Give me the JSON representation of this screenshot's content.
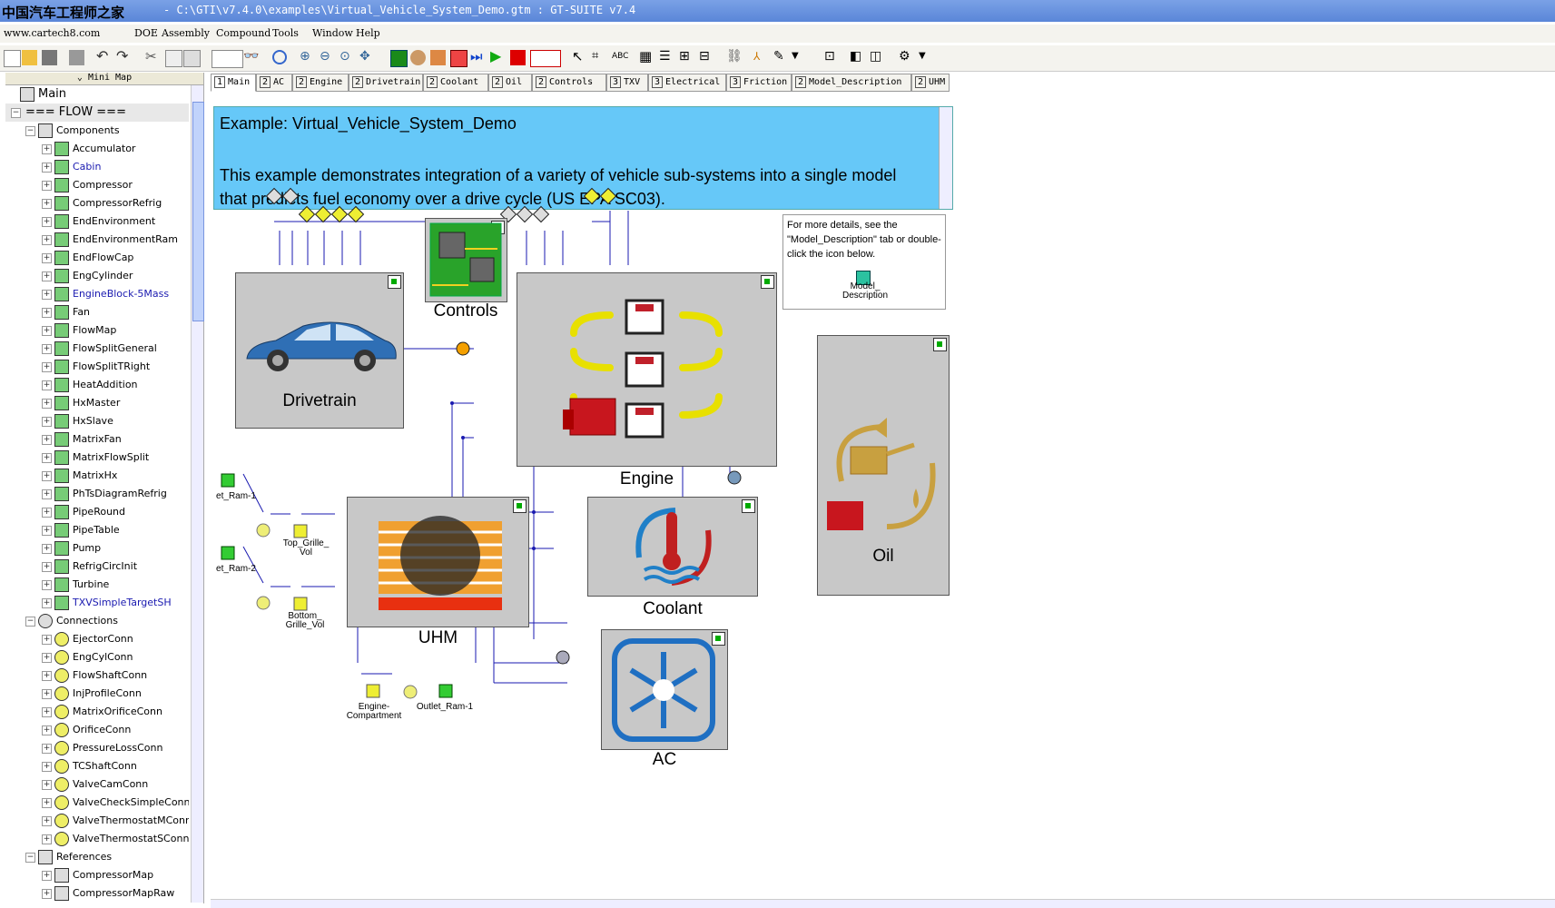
{
  "window": {
    "title": "- C:\\GTI\\v7.4.0\\examples\\Virtual_Vehicle_System_Demo.gtm : GT-SUITE v7.4",
    "watermark": "中国汽车工程师之家"
  },
  "menu": {
    "watermark": "www.cartech8.com",
    "items": [
      "DOE",
      "Assembly",
      "Compound",
      "Tools",
      "Window",
      "Help"
    ]
  },
  "sidebar": {
    "minimap_label": "Mini Map",
    "root": "Main",
    "flow_header": "=== FLOW ===",
    "components_label": "Components",
    "components": [
      "Accumulator",
      "Cabin",
      "Compressor",
      "CompressorRefrig",
      "EndEnvironment",
      "EndEnvironmentRam",
      "EndFlowCap",
      "EngCylinder",
      "EngineBlock-5Mass",
      "Fan",
      "FlowMap",
      "FlowSplitGeneral",
      "FlowSplitTRight",
      "HeatAddition",
      "HxMaster",
      "HxSlave",
      "MatrixFan",
      "MatrixFlowSplit",
      "MatrixHx",
      "PhTsDiagramRefrig",
      "PipeRound",
      "PipeTable",
      "Pump",
      "RefrigCircInit",
      "Turbine",
      "TXVSimpleTargetSH"
    ],
    "connections_label": "Connections",
    "connections": [
      "EjectorConn",
      "EngCylConn",
      "FlowShaftConn",
      "InjProfileConn",
      "MatrixOrificeConn",
      "OrificeConn",
      "PressureLossConn",
      "TCShaftConn",
      "ValveCamConn",
      "ValveCheckSimpleConn",
      "ValveThermostatMConn",
      "ValveThermostatSConn"
    ],
    "references_label": "References",
    "references": [
      "CompressorMap",
      "CompressorMapRaw"
    ]
  },
  "tabs": [
    {
      "num": "1",
      "label": "Main"
    },
    {
      "num": "2",
      "label": "AC"
    },
    {
      "num": "2",
      "label": "Engine"
    },
    {
      "num": "2",
      "label": "Drivetrain"
    },
    {
      "num": "2",
      "label": "Coolant"
    },
    {
      "num": "2",
      "label": "Oil"
    },
    {
      "num": "2",
      "label": "Controls"
    },
    {
      "num": "3",
      "label": "TXV"
    },
    {
      "num": "3",
      "label": "Electrical"
    },
    {
      "num": "3",
      "label": "Friction"
    },
    {
      "num": "2",
      "label": "Model_Description"
    },
    {
      "num": "2",
      "label": "UHM"
    }
  ],
  "description": {
    "heading": "Example: Virtual_Vehicle_System_Demo",
    "body": "This example demonstrates integration of a variety of vehicle sub-systems into a single model that predicts fuel economy over a drive cycle (US EPA SC03)."
  },
  "note": {
    "text": "For more details, see the \"Model_Description\" tab or double-click the icon below.",
    "icon_label_1": "Model_",
    "icon_label_2": "Description"
  },
  "blocks": {
    "drivetrain": "Drivetrain",
    "controls": "Controls",
    "engine": "Engine",
    "oil": "Oil",
    "uhm": "UHM",
    "coolant": "Coolant",
    "ac": "AC"
  },
  "small_labels": {
    "ram1": "et_Ram-1",
    "ram2": "et_Ram-2",
    "top_grille_1": "Top_Grille_",
    "top_grille_2": "Vol",
    "bottom_grille_1": "Bottom_",
    "bottom_grille_2": "Grille_Vol",
    "engine_comp_1": "Engine-",
    "engine_comp_2": "Compartment",
    "outlet_ram": "Outlet_Ram-1"
  },
  "colors": {
    "description_bg": "#66c8f8",
    "block_bg": "#c8c8c8",
    "link_blue": "#1a1ab0"
  }
}
